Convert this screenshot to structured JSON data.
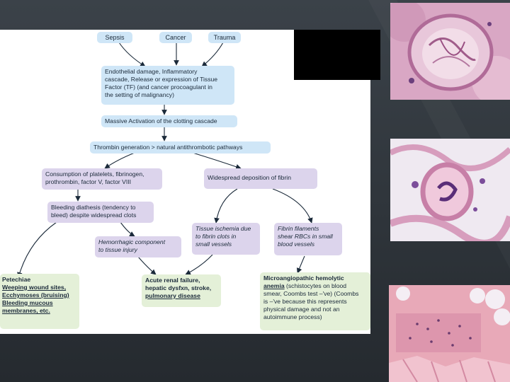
{
  "causes": [
    "Sepsis",
    "Cancer",
    "Trauma"
  ],
  "step1": {
    "line1": "Endothelial damage, Inflammatory",
    "line2": "cascade, Release or expression of Tissue",
    "line3": "Factor (TF) (and cancer procoagulant in",
    "line4": "the setting of malignancy)"
  },
  "step2": "Massive Activation of the clotting cascade",
  "step3": "Thrombin generation > natural antithrombotic pathways",
  "consumption": {
    "line1": "Consumption of platelets, fibrinogen,",
    "line2": "prothrombin, factor V, factor VIII"
  },
  "deposition": "Widespread deposition of fibrin",
  "bleeding": {
    "line1": "Bleeding diathesis (tendency to",
    "line2": "bleed) despite widespread clots"
  },
  "hemorrhagic": {
    "line1": "Hemorrhagic component",
    "line2": "to tissue injury"
  },
  "ischemia": {
    "line1": "Tissue ischemia due",
    "line2": "to fibrin clots in",
    "line3": "small vessels"
  },
  "filaments": {
    "line1": "Fibrin filaments",
    "line2": "shear RBCs in small",
    "line3": "blood vessels"
  },
  "petechiae": {
    "line1": "Petechiae",
    "line2": "Weeping wound sites,",
    "line3": "Ecchymoses (bruising)",
    "line4": "Bleeding mucous",
    "line5": "membranes, etc."
  },
  "renal": {
    "line1": "Acute renal failure,",
    "line2": "hepatic dysfxn, stroke,",
    "line3": "pulmonary disease"
  },
  "mah": {
    "line1": "Microangiopathic hemolytic",
    "line2": "anemia",
    "line2b": " (schistocytes on blood",
    "line3": "smear, Coombs test –'ve) (Coombs",
    "line4": "is –'ve because this represents",
    "line5": "physical damage and not an",
    "line6": "autoimmune process)"
  },
  "colors": {
    "blue_box": "#cfe6f7",
    "violet_box": "#dcd4ec",
    "green_box": "#e4f0d8",
    "background": "#2f353b"
  }
}
